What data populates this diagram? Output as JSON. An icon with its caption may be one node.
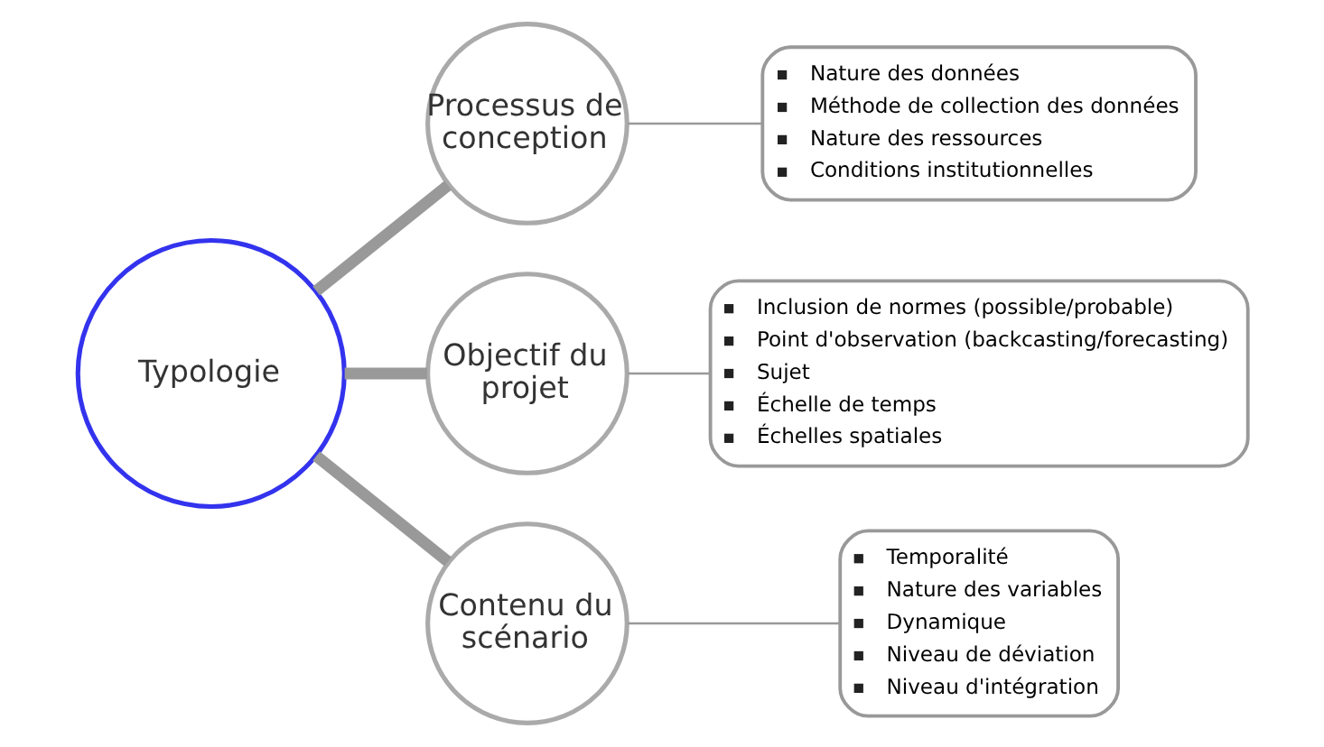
{
  "diagram": {
    "nodes": [
      {
        "text": [
          "Typologie"
        ]
      },
      {
        "text": [
          "Processus de conception"
        ]
      },
      {
        "text": [
          "Objectif du projet"
        ]
      },
      {
        "text": [
          "Contenu du scénario"
        ]
      },
      {
        "text": [
          "Nature des données",
          "Méthode de collection des données",
          "Nature des ressources",
          "Conditions institutionnelles"
        ]
      },
      {
        "text": [
          "Inclusion de normes (possible/probable)",
          "Point d'observation (backcasting/forecasting)",
          "Sujet",
          "Échelle de temps",
          "Échelles spatiales"
        ]
      },
      {
        "text": [
          "Temporalité",
          "Nature des variables",
          "Dynamique",
          "Niveau de déviation",
          "Niveau d'intégration"
        ]
      }
    ],
    "edges": [
      {
        "from": 0,
        "to": 1,
        "arrow": "none",
        "style": "thick"
      },
      {
        "from": 0,
        "to": 2,
        "arrow": "none",
        "style": "thick"
      },
      {
        "from": 0,
        "to": 3,
        "arrow": "none",
        "style": "thick"
      },
      {
        "from": 1,
        "to": 4,
        "arrow": "none"
      },
      {
        "from": 2,
        "to": 5,
        "arrow": "none"
      },
      {
        "from": 3,
        "to": 6,
        "arrow": "none"
      }
    ]
  }
}
